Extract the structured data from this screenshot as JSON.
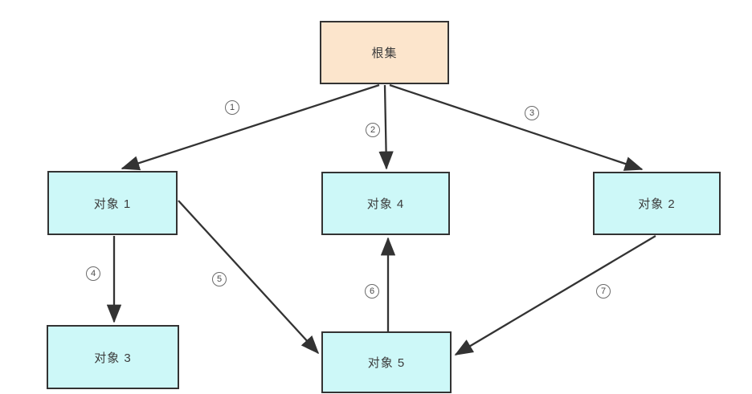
{
  "diagram": {
    "type": "directed-graph",
    "background": "#ffffff",
    "nodes": [
      {
        "id": "root",
        "label": "根集",
        "role": "root-set"
      },
      {
        "id": "obj1",
        "label": "对象 1",
        "role": "object"
      },
      {
        "id": "obj4",
        "label": "对象 4",
        "role": "object"
      },
      {
        "id": "obj2",
        "label": "对象 2",
        "role": "object"
      },
      {
        "id": "obj3",
        "label": "对象 3",
        "role": "object"
      },
      {
        "id": "obj5",
        "label": "对象 5",
        "role": "object"
      }
    ],
    "edges": [
      {
        "num": "1",
        "from": "根集",
        "to": "对象 1"
      },
      {
        "num": "2",
        "from": "根集",
        "to": "对象 4"
      },
      {
        "num": "3",
        "from": "根集",
        "to": "对象 2"
      },
      {
        "num": "4",
        "from": "对象 1",
        "to": "对象 3"
      },
      {
        "num": "5",
        "from": "对象 1",
        "to": "对象 5"
      },
      {
        "num": "6",
        "from": "对象 5",
        "to": "对象 4"
      },
      {
        "num": "7",
        "from": "对象 2",
        "to": "对象 5"
      }
    ],
    "colors": {
      "root_fill": "#fce5cc",
      "object_fill": "#cdf8f8",
      "border": "#333333",
      "line": "#333333",
      "edge_label": "#4a4a4a"
    }
  }
}
